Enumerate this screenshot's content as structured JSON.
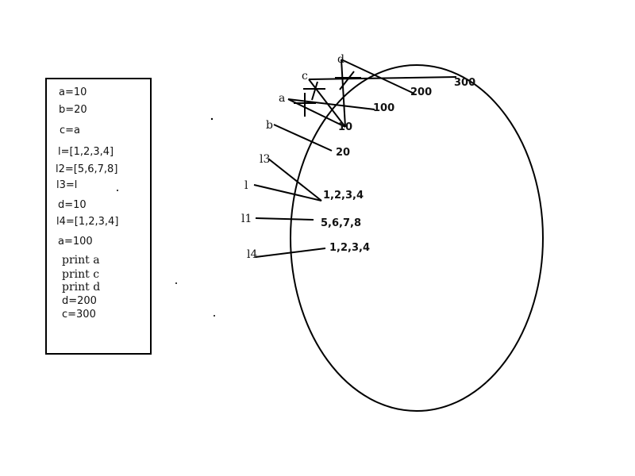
{
  "code": {
    "lines": [
      "a=10",
      "b=20",
      "c=a",
      "l=[1,2,3,4]",
      "l2=[5,6,7,8]",
      "l3=l",
      "d=10",
      "l4=[1,2,3,4]",
      "a=100",
      "print a",
      "print c",
      "print d",
      "d=200",
      "c=300"
    ]
  },
  "diagram": {
    "variables": {
      "a": "a",
      "b": "b",
      "c": "c",
      "d": "d",
      "l": "l",
      "l1": "l1",
      "l3": "l3",
      "l4": "l4"
    },
    "values": {
      "v10": "10",
      "v20": "20",
      "v100": "100",
      "v200": "200",
      "v300": "300",
      "list1": "1,2,3,4",
      "list2": "5,6,7,8",
      "list3": "1,2,3,4"
    }
  }
}
